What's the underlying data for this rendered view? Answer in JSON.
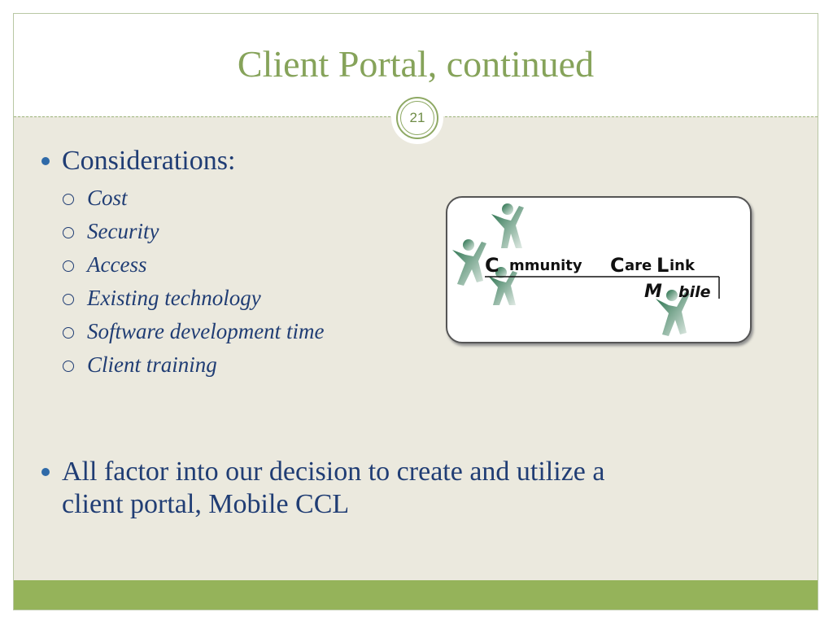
{
  "slide": {
    "title": "Client Portal, continued",
    "number": "21"
  },
  "bullets": [
    {
      "text": "Considerations:",
      "subitems": [
        "Cost",
        "Security",
        "Access",
        "Existing technology",
        "Software development time",
        "Client training"
      ]
    },
    {
      "line1": "All factor into our decision to create and utilize a",
      "line2": "client portal, Mobile CCL"
    }
  ],
  "logo": {
    "brand_c": "C",
    "brand_rest1": "mmunity",
    "brand_c2": "C",
    "brand_are": "are",
    "brand_l": "L",
    "brand_ink": "ink",
    "mobile_m": "M",
    "mobile_rest": "bile"
  },
  "colors": {
    "title": "#86a35a",
    "body_text": "#203d74",
    "bullet": "#2f6aa8",
    "background": "#ebe9de",
    "footer": "#95b35a",
    "logo_green": "#1f6b45"
  }
}
